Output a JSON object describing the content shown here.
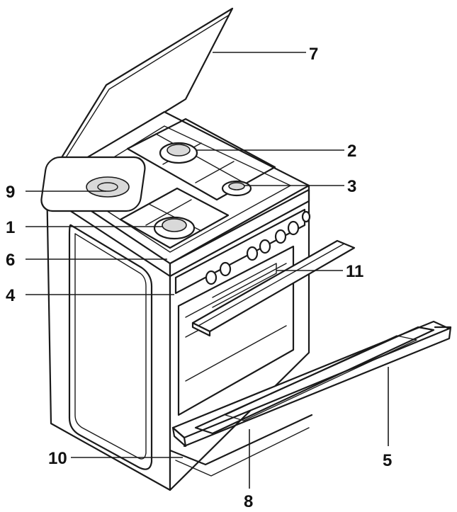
{
  "diagram": {
    "callouts": [
      {
        "id": "c7",
        "label": "7"
      },
      {
        "id": "c2",
        "label": "2"
      },
      {
        "id": "c3",
        "label": "3"
      },
      {
        "id": "c9",
        "label": "9"
      },
      {
        "id": "c1",
        "label": "1"
      },
      {
        "id": "c6",
        "label": "6"
      },
      {
        "id": "c11",
        "label": "11"
      },
      {
        "id": "c4",
        "label": "4"
      },
      {
        "id": "c10",
        "label": "10"
      },
      {
        "id": "c5",
        "label": "5"
      },
      {
        "id": "c8",
        "label": "8"
      }
    ]
  }
}
